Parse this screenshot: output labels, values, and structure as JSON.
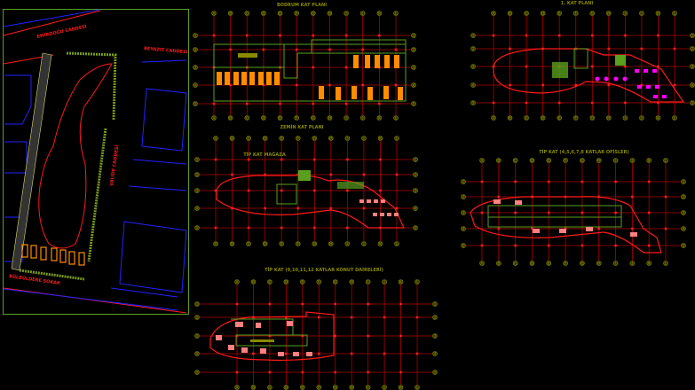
{
  "drawing": {
    "site_plan": {
      "streets": [
        "EMİRDOĞU CADDESİ",
        "BEYAZIT CADDESİ",
        "VALİDE CADDESİ",
        "BÜLBÜLDERE SOKAK"
      ]
    },
    "plans": [
      {
        "title": "BODRUM KAT PLANI"
      },
      {
        "title": "1. KAT PLANI"
      },
      {
        "title": "ZEMİN KAT PLANI",
        "subtitle": "TİP KAT MAĞAZA"
      },
      {
        "title": "TİP KAT (4,5,6,7,8 KATLAR OFİSLER)"
      },
      {
        "title": "TİP KAT (9,10,11,12 KATLAR KONUT DAİRELERİ)"
      }
    ],
    "grid_axes": {
      "columns": [
        "A",
        "B",
        "C",
        "D",
        "E",
        "F",
        "G",
        "H",
        "I",
        "J",
        "K",
        "L"
      ],
      "rows": [
        "1",
        "2",
        "3",
        "4",
        "5"
      ]
    },
    "colors": {
      "background": "#000000",
      "grid": "#b00000",
      "walls": "#5aa01e",
      "parking": "#ff8c00",
      "outline": "#ff1a1a",
      "furniture": "#ff8080",
      "label": "#8a8a00"
    }
  }
}
